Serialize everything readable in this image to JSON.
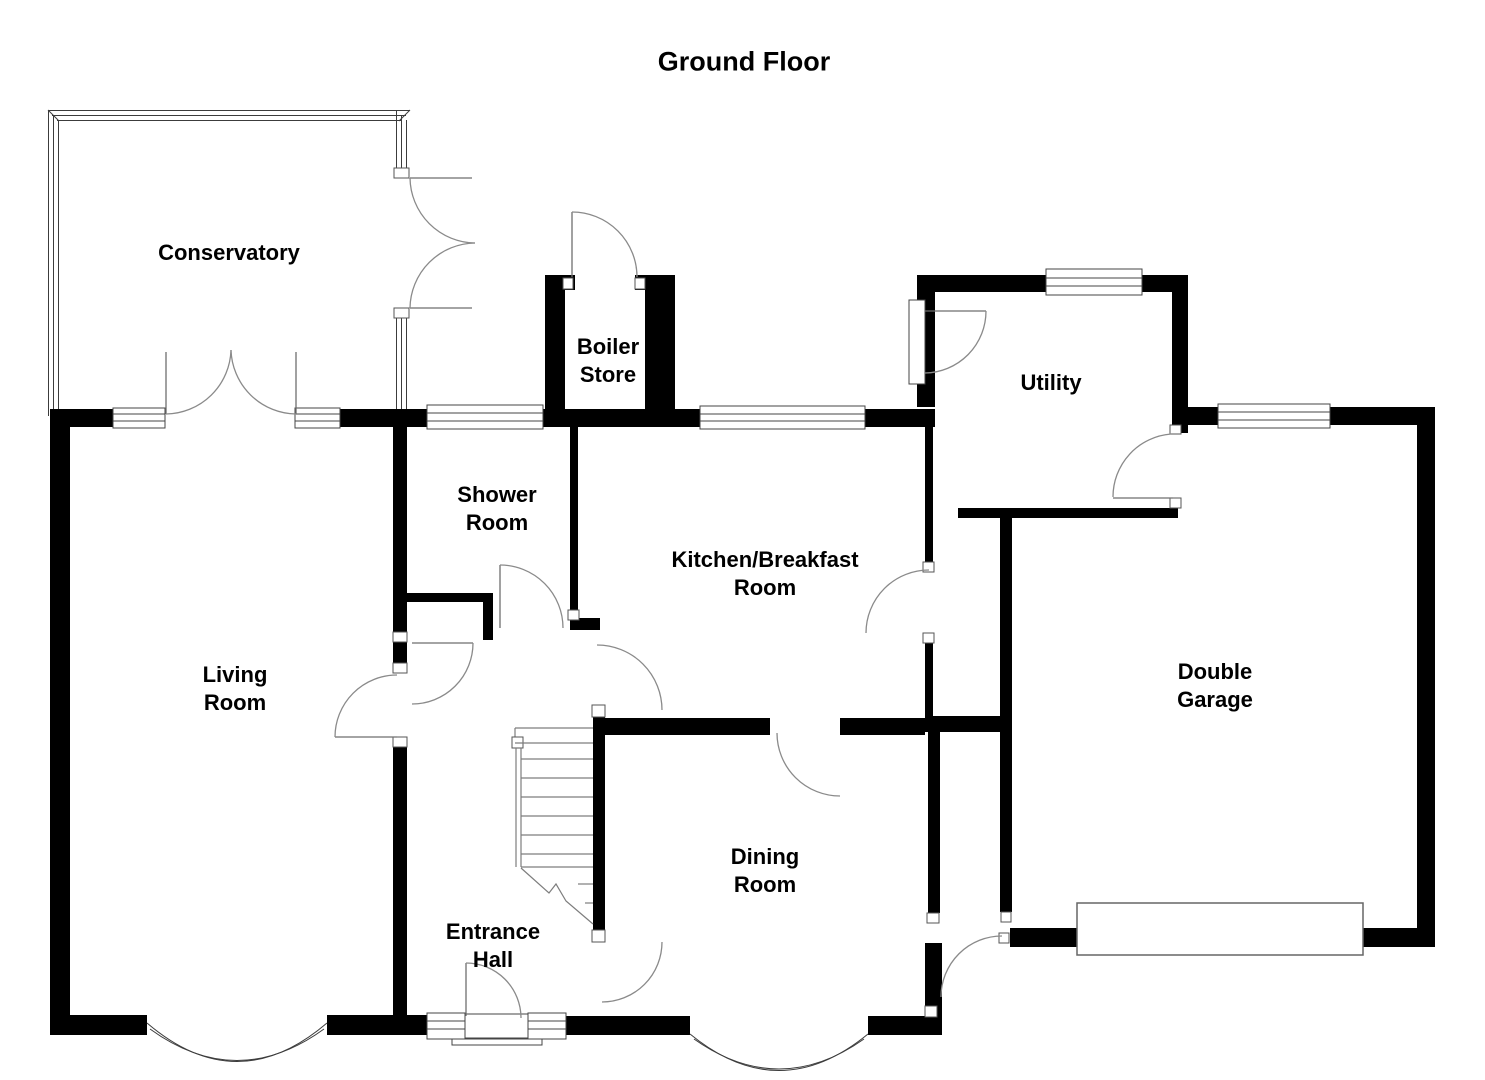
{
  "page": {
    "title": "Ground Floor"
  },
  "rooms": {
    "conservatory": {
      "label": "Conservatory"
    },
    "boiler_store": {
      "label": "Boiler\nStore"
    },
    "utility": {
      "label": "Utility"
    },
    "shower_room": {
      "label": "Shower\nRoom"
    },
    "kitchen": {
      "label": "Kitchen/Breakfast\nRoom"
    },
    "living_room": {
      "label": "Living\nRoom"
    },
    "double_garage": {
      "label": "Double\nGarage"
    },
    "entrance_hall": {
      "label": "Entrance\nHall"
    },
    "dining_room": {
      "label": "Dining\nRoom"
    }
  },
  "colors": {
    "background": "#ffffff",
    "wall": "#000000",
    "door_swing": "#8a8a8a",
    "window_frame": "#444444",
    "text": "#000000"
  }
}
